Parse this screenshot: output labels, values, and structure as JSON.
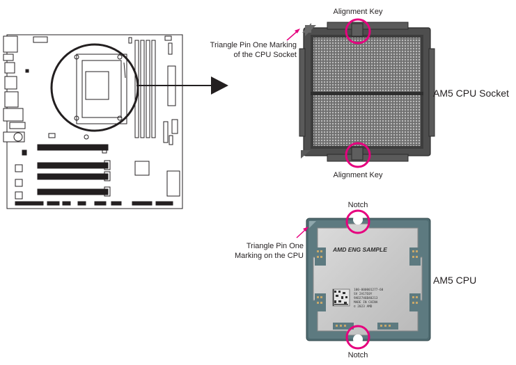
{
  "labels": {
    "socket_top_key": "Alignment Key",
    "socket_bottom_key": "Alignment Key",
    "socket_pin_one_line1": "Triangle Pin One Marking",
    "socket_pin_one_line2": "of the CPU Socket",
    "socket_title": "AM5 CPU Socket",
    "cpu_top_notch": "Notch",
    "cpu_bottom_notch": "Notch",
    "cpu_pin_one_line1": "Triangle Pin One",
    "cpu_pin_one_line2": "Marking on the CPU",
    "cpu_title": "AM5 CPU"
  },
  "cpu_print": {
    "brand": "AMD ENG SAMPLE",
    "line1": "100-000001277-60",
    "line2": "SV  2A17E0Y",
    "line3": "9AD2746B40213",
    "line4": "MADE IN CHINA",
    "line5": "© 2023 AMD"
  },
  "colors": {
    "highlight": "#e6007e",
    "outline": "#231f20"
  }
}
